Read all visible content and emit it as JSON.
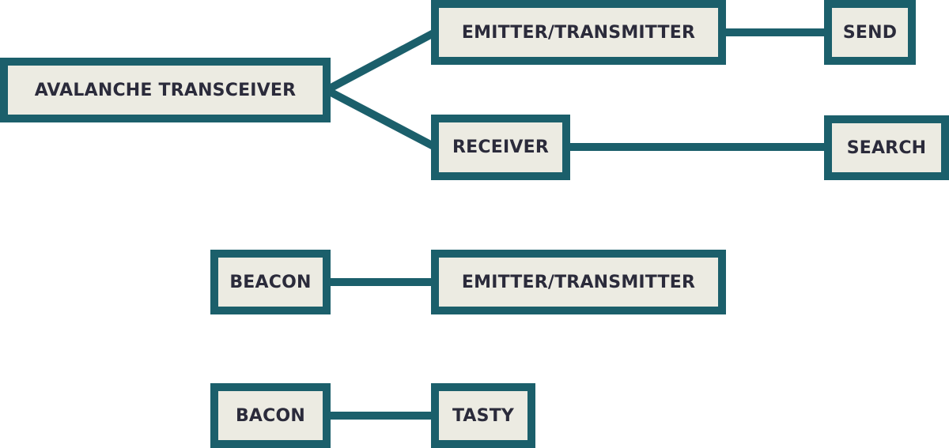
{
  "colors": {
    "border": "#1b5f6b",
    "fill": "#ecebe2",
    "text": "#2b2b3b",
    "line": "#1b5f6b",
    "background": "#ffffff"
  },
  "nodes": {
    "avalanche_transceiver": "AVALANCHE TRANSCEIVER",
    "emitter_top": "EMITTER/TRANSMITTER",
    "send": "SEND",
    "receiver": "RECEIVER",
    "search": "SEARCH",
    "beacon": "BEACON",
    "emitter_bottom": "EMITTER/TRANSMITTER",
    "bacon": "BACON",
    "tasty": "TASTY"
  },
  "edges": [
    [
      "AVALANCHE TRANSCEIVER",
      "EMITTER/TRANSMITTER"
    ],
    [
      "AVALANCHE TRANSCEIVER",
      "RECEIVER"
    ],
    [
      "EMITTER/TRANSMITTER",
      "SEND"
    ],
    [
      "RECEIVER",
      "SEARCH"
    ],
    [
      "BEACON",
      "EMITTER/TRANSMITTER"
    ],
    [
      "BACON",
      "TASTY"
    ]
  ]
}
